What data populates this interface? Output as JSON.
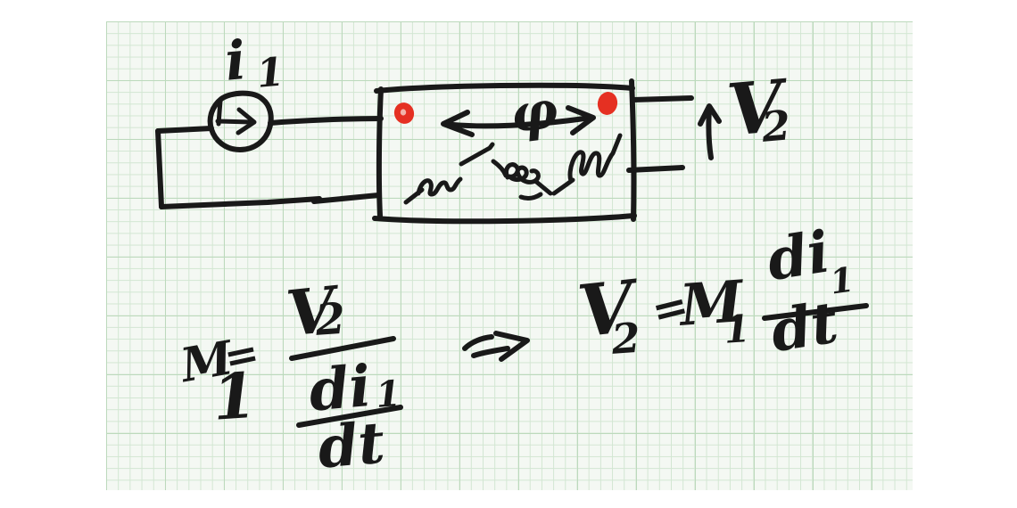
{
  "colors": {
    "page_background": "#ffffff",
    "paper": "#f4f8f3",
    "grid": "#d2e6d2",
    "grid_strong": "#bcd9bc",
    "ink": "#191919",
    "polarity_red": "#e53022"
  },
  "labels": {
    "current": {
      "base": "i",
      "sub": "1"
    },
    "flux": "φ",
    "voltage": {
      "base": "V",
      "sub": "2"
    }
  },
  "icons": {
    "source_current_arrow": "→",
    "flux_double_arrow": "↔",
    "voltage_up_arrow": "↑",
    "implies_arrow": "⇒",
    "polarity_dot": "•"
  },
  "equation_left": {
    "m": "M",
    "m_sub": "1",
    "equals": "=",
    "num": "V",
    "num_sub": "2",
    "den_num": "di",
    "den_num_sub": "1",
    "den_den": "dt"
  },
  "equation_right": {
    "v": "V",
    "v_sub": "2",
    "equals": "=",
    "m": "M",
    "m_sub": "1",
    "num": "di",
    "num_sub": "1",
    "den": "dt"
  }
}
